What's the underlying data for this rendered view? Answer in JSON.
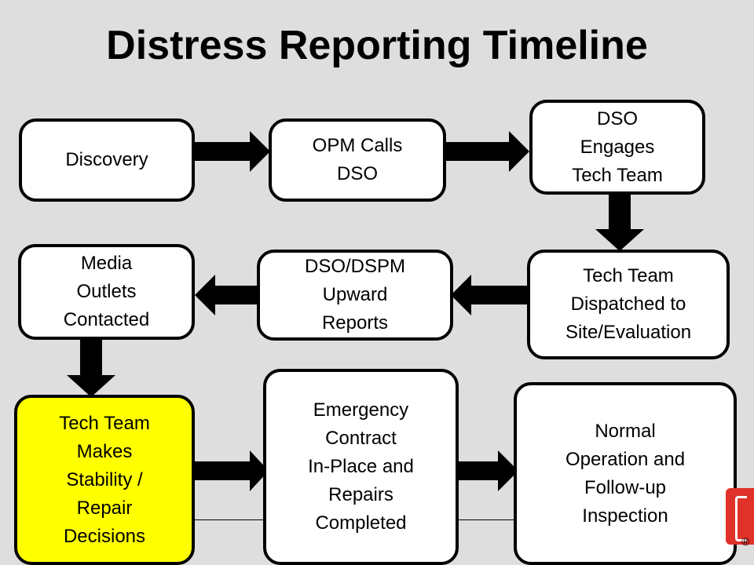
{
  "title": "Distress Reporting Timeline",
  "colors": {
    "background": "#dedede",
    "box_fill": "#ffffff",
    "highlight_fill": "#ffff00",
    "border": "#000000",
    "logo": "#e0312a"
  },
  "steps": [
    {
      "id": "discovery",
      "label": "Discovery"
    },
    {
      "id": "opm-calls-dso",
      "label": "OPM Calls\nDSO"
    },
    {
      "id": "dso-engages-tech-team",
      "label": "DSO\nEngages\nTech Team"
    },
    {
      "id": "tech-team-dispatched",
      "label": "Tech Team\nDispatched to\nSite/Evaluation"
    },
    {
      "id": "dso-dspm-upward-reports",
      "label": "DSO/DSPM\nUpward\nReports"
    },
    {
      "id": "media-outlets-contacted",
      "label": "Media\nOutlets\nContacted"
    },
    {
      "id": "tech-team-makes-decisions",
      "label": "Tech Team\nMakes\nStability /\nRepair\nDecisions",
      "highlighted": true
    },
    {
      "id": "emergency-contract",
      "label": "Emergency\nContract\n In-Place and\nRepairs\nCompleted"
    },
    {
      "id": "normal-operation",
      "label": "Normal\nOperation and\nFollow-up\nInspection"
    }
  ],
  "flow": [
    {
      "from": "discovery",
      "to": "opm-calls-dso",
      "direction": "right"
    },
    {
      "from": "opm-calls-dso",
      "to": "dso-engages-tech-team",
      "direction": "right"
    },
    {
      "from": "dso-engages-tech-team",
      "to": "tech-team-dispatched",
      "direction": "down"
    },
    {
      "from": "tech-team-dispatched",
      "to": "dso-dspm-upward-reports",
      "direction": "left"
    },
    {
      "from": "dso-dspm-upward-reports",
      "to": "media-outlets-contacted",
      "direction": "left"
    },
    {
      "from": "media-outlets-contacted",
      "to": "tech-team-makes-decisions",
      "direction": "down"
    },
    {
      "from": "tech-team-makes-decisions",
      "to": "emergency-contract",
      "direction": "right"
    },
    {
      "from": "emergency-contract",
      "to": "normal-operation",
      "direction": "right"
    }
  ],
  "logo": {
    "registered_mark": "®"
  }
}
